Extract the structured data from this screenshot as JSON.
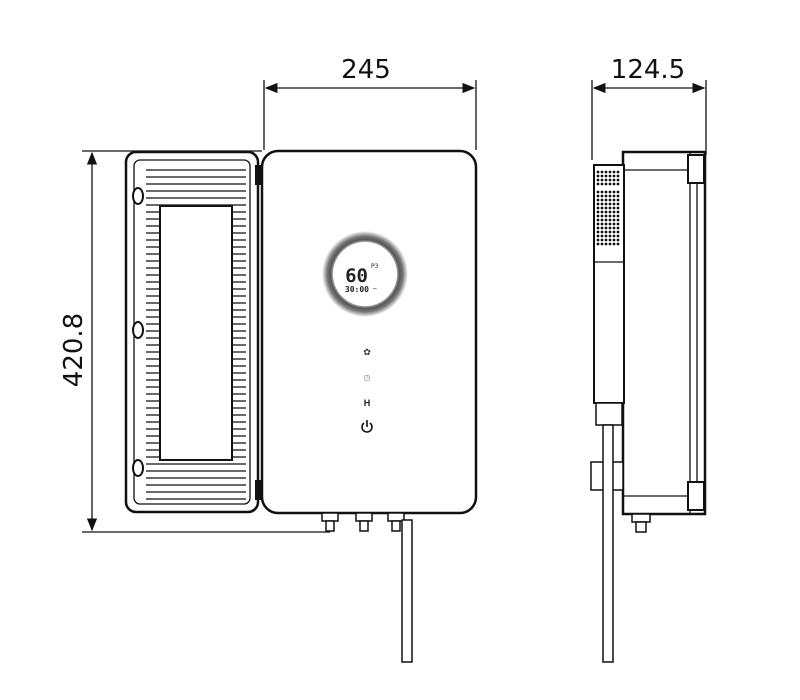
{
  "dimensions": {
    "width": "245",
    "depth": "124.5",
    "height": "420.8"
  },
  "display": {
    "temperature": "60",
    "mode": "P3",
    "time": "30:00"
  },
  "colors": {
    "line": "#111111",
    "background": "#ffffff"
  }
}
